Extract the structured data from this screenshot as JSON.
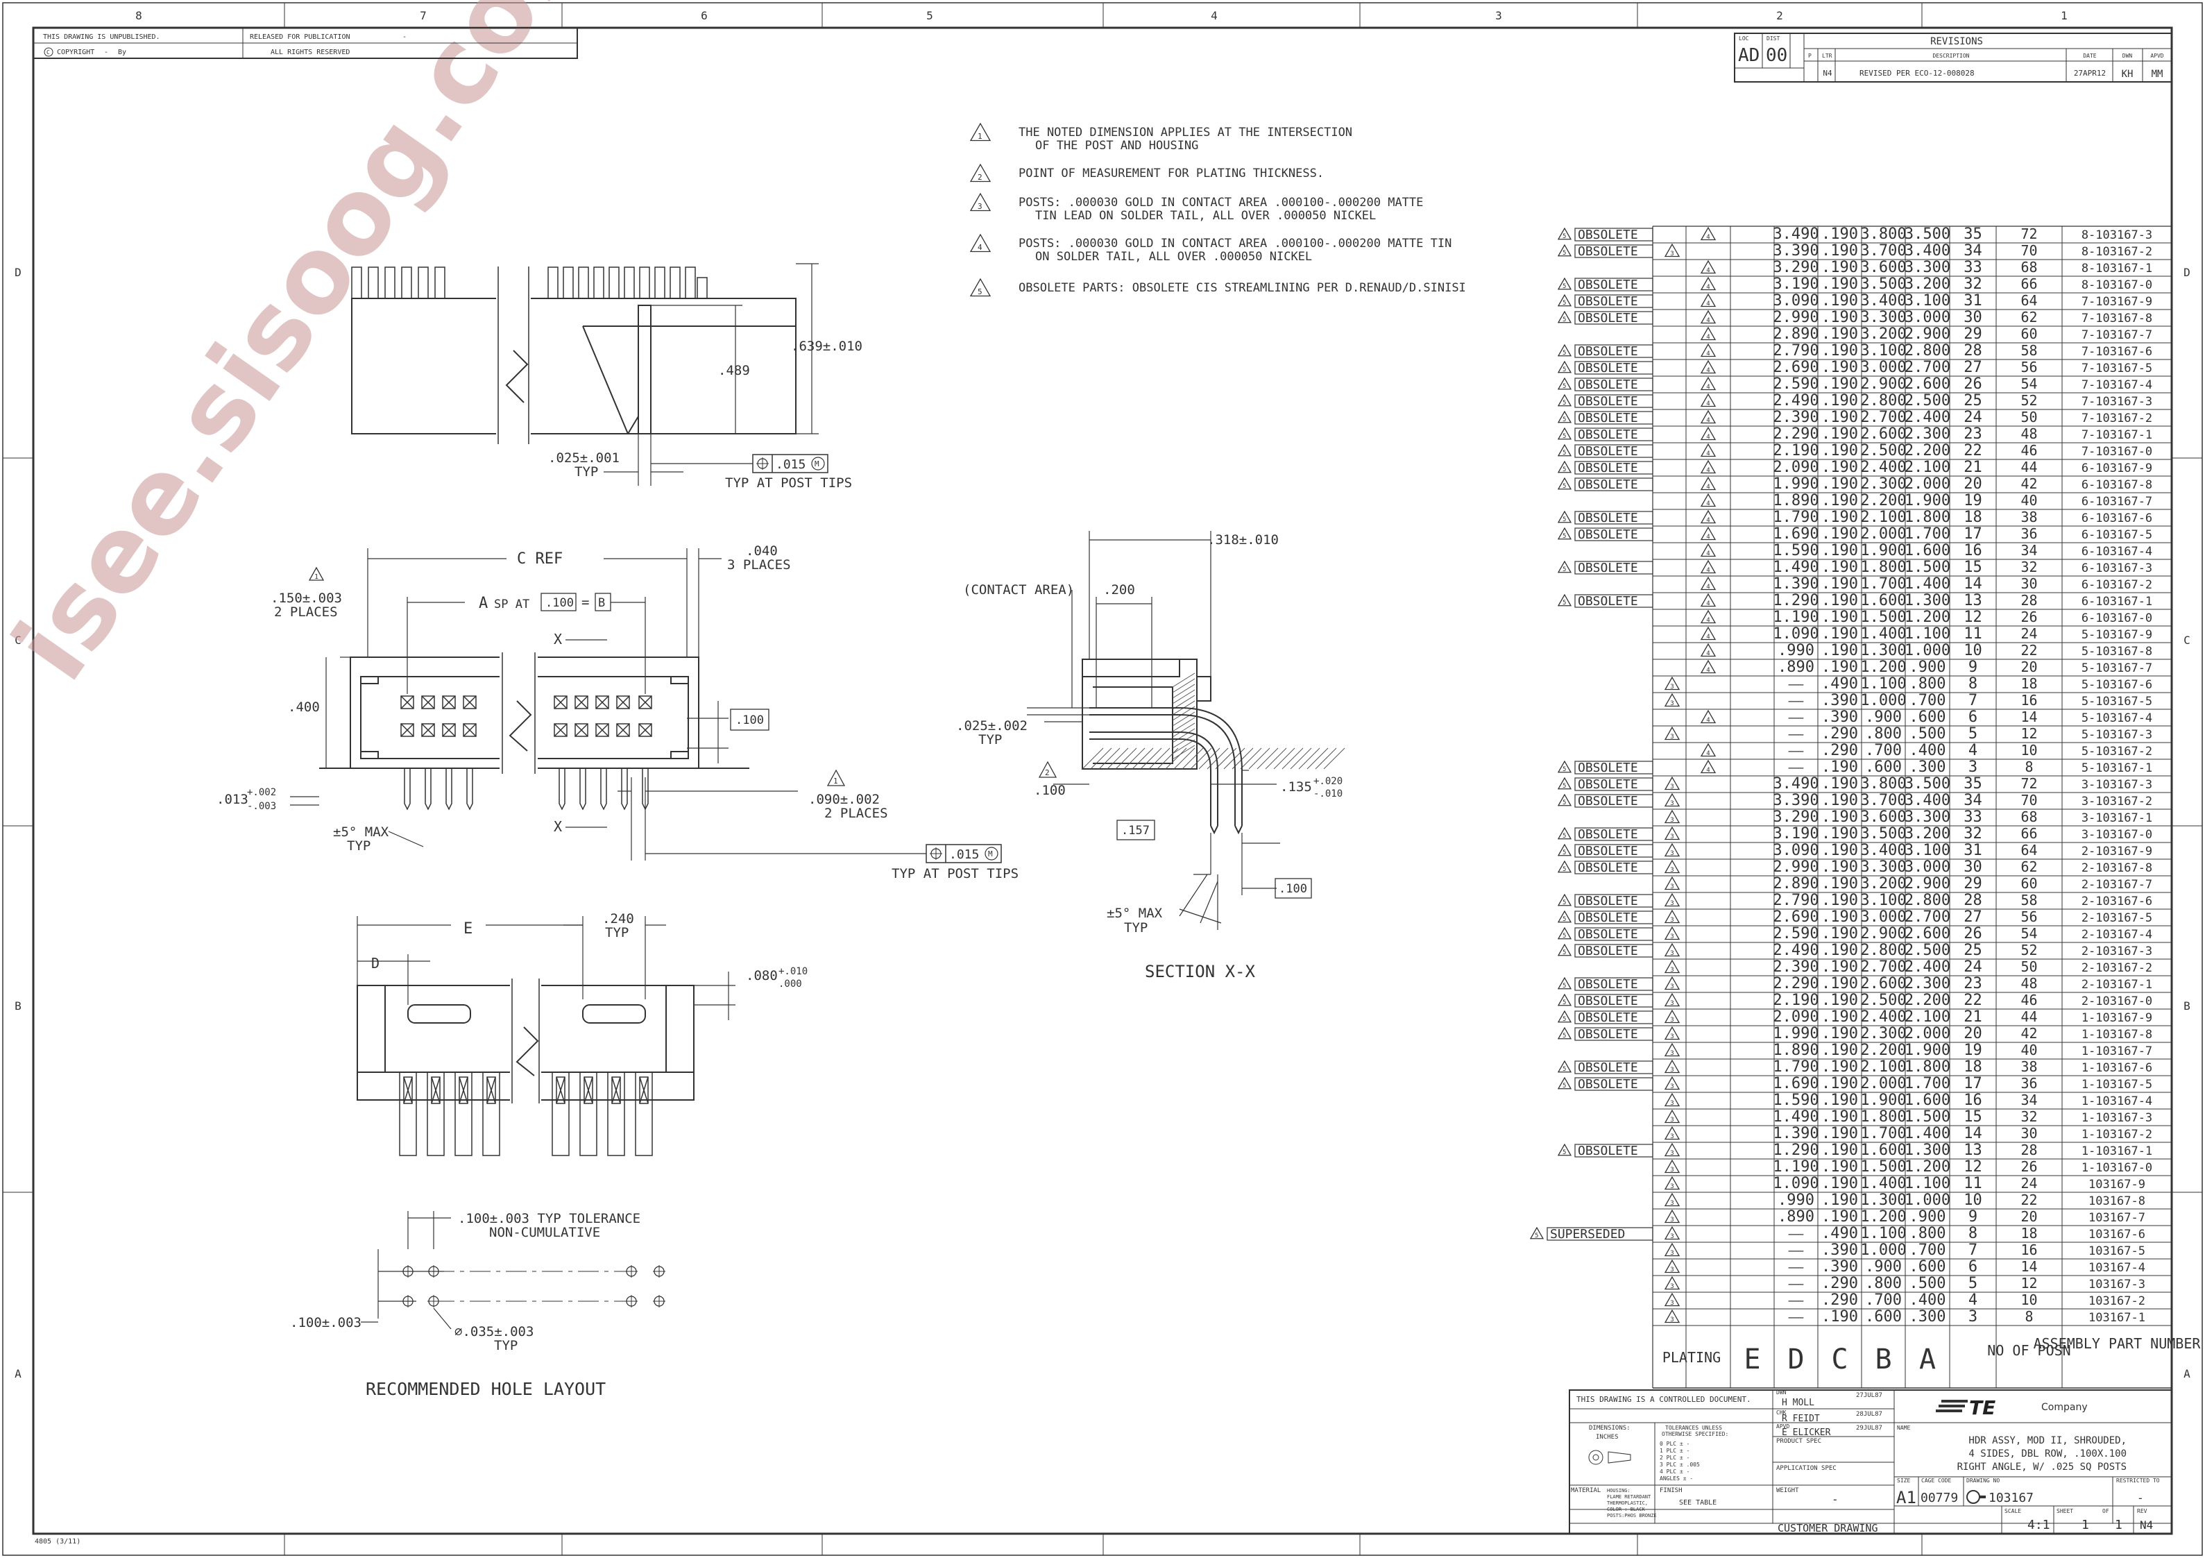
{
  "border": {
    "top_zones": [
      "8",
      "7",
      "6",
      "5",
      "4",
      "3",
      "2",
      "1"
    ],
    "side_zones": [
      "D",
      "C",
      "B",
      "A"
    ]
  },
  "header_box": {
    "unpublished": "THIS DRAWING IS UNPUBLISHED.",
    "released": "RELEASED FOR PUBLICATION",
    "copyright": "COPYRIGHT",
    "copyright_by": "By",
    "rights": "ALL RIGHTS RESERVED",
    "dash": "-"
  },
  "revisions": {
    "title": "REVISIONS",
    "loc_label": "LOC",
    "loc": "AD",
    "dist_label": "DIST",
    "dist": "00",
    "col_p": "P",
    "col_ltr": "LTR",
    "col_desc": "DESCRIPTION",
    "col_date": "DATE",
    "col_dwn": "DWN",
    "col_apvd": "APVD",
    "ltr": "N4",
    "desc": "REVISED PER ECO-12-008028",
    "date": "27APR12",
    "dwn": "KH",
    "apvd": "MM"
  },
  "watermark": "isee.sisoog.com",
  "notes": [
    {
      "num": "1",
      "lines": [
        "THE NOTED DIMENSION APPLIES AT THE INTERSECTION",
        "OF THE POST AND HOUSING"
      ]
    },
    {
      "num": "2",
      "lines": [
        "POINT OF MEASUREMENT FOR PLATING THICKNESS."
      ]
    },
    {
      "num": "3",
      "lines": [
        "POSTS: .000030 GOLD IN CONTACT AREA .000100-.000200 MATTE",
        "TIN LEAD ON SOLDER TAIL, ALL OVER .000050 NICKEL"
      ]
    },
    {
      "num": "4",
      "lines": [
        "POSTS: .000030 GOLD IN CONTACT AREA .000100-.000200 MATTE TIN",
        "ON SOLDER TAIL, ALL OVER .000050 NICKEL"
      ]
    },
    {
      "num": "5",
      "lines": [
        "OBSOLETE PARTS: OBSOLETE CIS STREAMLINING PER D.RENAUD/D.SINISI"
      ]
    }
  ],
  "dims": {
    "d639": ".639±.010",
    "d489": ".489",
    "d025": ".025±.001",
    "typ": "TYP",
    "d015": ".015",
    "typ_post": "TYP AT POST TIPS",
    "cref": "C REF",
    "d040": ".040",
    "places3": "3 PLACES",
    "d150": ".150±.003",
    "places2": "2 PLACES",
    "asp": "A",
    "sp_at": "SP AT",
    "d100": ".100",
    "eq": "=",
    "b": "B",
    "d400": ".400",
    "x": "X",
    "d100b": ".100",
    "d013": ".013",
    "d013tol": "+.002",
    "d013tol2": "-.003",
    "d090": ".090±.002",
    "places2b": "2 PLACES",
    "deg5": "±5° MAX",
    "typ2": "TYP",
    "d318": ".318±.010",
    "contact": "(CONTACT AREA)",
    "d200": ".200",
    "d025b": ".025±.002",
    "typ3": "TYP",
    "d100c": ".100",
    "d157": ".157",
    "d135": ".135",
    "d135tol1": "+.020",
    "d135tol2": "-.010",
    "d100d": ".100",
    "deg5b": "±5° MAX",
    "typ4": "TYP",
    "section": "SECTION X-X",
    "e": "E",
    "d240": ".240",
    "typ5": "TYP",
    "d": "D",
    "d080": ".080",
    "d080tol1": "+.010",
    "d080tol2": ".000",
    "d100tol": ".100±.003 TYP TOLERANCE",
    "noncum": "NON-CUMULATIVE",
    "d100e": ".100±.003",
    "d035": "⌀.035±.003",
    "typ6": "TYP",
    "hole_layout": "RECOMMENDED HOLE LAYOUT"
  },
  "table": {
    "obsolete": "OBSOLETE",
    "superseded": "SUPERSEDED",
    "dash": "——",
    "headers": [
      "PLATING",
      "E",
      "D",
      "C",
      "B",
      "A",
      "NO OF POSN",
      "ASSEMBLY PART NUMBER"
    ],
    "rows": [
      [
        "O",
        "4",
        "3.490",
        ".190",
        "3.800",
        "3.500",
        "35",
        "72",
        "8-103167-3"
      ],
      [
        "O",
        "3",
        "3.390",
        ".190",
        "3.700",
        "3.400",
        "34",
        "70",
        "8-103167-2"
      ],
      [
        "",
        "4",
        "3.290",
        ".190",
        "3.600",
        "3.300",
        "33",
        "68",
        "8-103167-1"
      ],
      [
        "O",
        "4",
        "3.190",
        ".190",
        "3.500",
        "3.200",
        "32",
        "66",
        "8-103167-0"
      ],
      [
        "O",
        "4",
        "3.090",
        ".190",
        "3.400",
        "3.100",
        "31",
        "64",
        "7-103167-9"
      ],
      [
        "O",
        "4",
        "2.990",
        ".190",
        "3.300",
        "3.000",
        "30",
        "62",
        "7-103167-8"
      ],
      [
        "",
        "4",
        "2.890",
        ".190",
        "3.200",
        "2.900",
        "29",
        "60",
        "7-103167-7"
      ],
      [
        "O",
        "4",
        "2.790",
        ".190",
        "3.100",
        "2.800",
        "28",
        "58",
        "7-103167-6"
      ],
      [
        "O",
        "4",
        "2.690",
        ".190",
        "3.000",
        "2.700",
        "27",
        "56",
        "7-103167-5"
      ],
      [
        "O",
        "4",
        "2.590",
        ".190",
        "2.900",
        "2.600",
        "26",
        "54",
        "7-103167-4"
      ],
      [
        "O",
        "4",
        "2.490",
        ".190",
        "2.800",
        "2.500",
        "25",
        "52",
        "7-103167-3"
      ],
      [
        "O",
        "4",
        "2.390",
        ".190",
        "2.700",
        "2.400",
        "24",
        "50",
        "7-103167-2"
      ],
      [
        "O",
        "4",
        "2.290",
        ".190",
        "2.600",
        "2.300",
        "23",
        "48",
        "7-103167-1"
      ],
      [
        "O",
        "4",
        "2.190",
        ".190",
        "2.500",
        "2.200",
        "22",
        "46",
        "7-103167-0"
      ],
      [
        "O",
        "4",
        "2.090",
        ".190",
        "2.400",
        "2.100",
        "21",
        "44",
        "6-103167-9"
      ],
      [
        "O",
        "4",
        "1.990",
        ".190",
        "2.300",
        "2.000",
        "20",
        "42",
        "6-103167-8"
      ],
      [
        "",
        "4",
        "1.890",
        ".190",
        "2.200",
        "1.900",
        "19",
        "40",
        "6-103167-7"
      ],
      [
        "O",
        "4",
        "1.790",
        ".190",
        "2.100",
        "1.800",
        "18",
        "38",
        "6-103167-6"
      ],
      [
        "O",
        "4",
        "1.690",
        ".190",
        "2.000",
        "1.700",
        "17",
        "36",
        "6-103167-5"
      ],
      [
        "",
        "4",
        "1.590",
        ".190",
        "1.900",
        "1.600",
        "16",
        "34",
        "6-103167-4"
      ],
      [
        "O",
        "4",
        "1.490",
        ".190",
        "1.800",
        "1.500",
        "15",
        "32",
        "6-103167-3"
      ],
      [
        "",
        "4",
        "1.390",
        ".190",
        "1.700",
        "1.400",
        "14",
        "30",
        "6-103167-2"
      ],
      [
        "O",
        "4",
        "1.290",
        ".190",
        "1.600",
        "1.300",
        "13",
        "28",
        "6-103167-1"
      ],
      [
        "",
        "4",
        "1.190",
        ".190",
        "1.500",
        "1.200",
        "12",
        "26",
        "6-103167-0"
      ],
      [
        "",
        "4",
        "1.090",
        ".190",
        "1.400",
        "1.100",
        "11",
        "24",
        "5-103167-9"
      ],
      [
        "",
        "4",
        ".990",
        ".190",
        "1.300",
        "1.000",
        "10",
        "22",
        "5-103167-8"
      ],
      [
        "",
        "4",
        ".890",
        ".190",
        "1.200",
        ".900",
        "9",
        "20",
        "5-103167-7"
      ],
      [
        "",
        "3",
        "-",
        ".490",
        "1.100",
        ".800",
        "8",
        "18",
        "5-103167-6"
      ],
      [
        "",
        "3",
        "-",
        ".390",
        "1.000",
        ".700",
        "7",
        "16",
        "5-103167-5"
      ],
      [
        "",
        "4",
        "-",
        ".390",
        ".900",
        ".600",
        "6",
        "14",
        "5-103167-4"
      ],
      [
        "",
        "3",
        "-",
        ".290",
        ".800",
        ".500",
        "5",
        "12",
        "5-103167-3"
      ],
      [
        "",
        "4",
        "-",
        ".290",
        ".700",
        ".400",
        "4",
        "10",
        "5-103167-2"
      ],
      [
        "O",
        "4",
        "-",
        ".190",
        ".600",
        ".300",
        "3",
        "8",
        "5-103167-1"
      ],
      [
        "O",
        "3",
        "3.490",
        ".190",
        "3.800",
        "3.500",
        "35",
        "72",
        "3-103167-3"
      ],
      [
        "O",
        "3",
        "3.390",
        ".190",
        "3.700",
        "3.400",
        "34",
        "70",
        "3-103167-2"
      ],
      [
        "",
        "3",
        "3.290",
        ".190",
        "3.600",
        "3.300",
        "33",
        "68",
        "3-103167-1"
      ],
      [
        "O",
        "3",
        "3.190",
        ".190",
        "3.500",
        "3.200",
        "32",
        "66",
        "3-103167-0"
      ],
      [
        "O",
        "3",
        "3.090",
        ".190",
        "3.400",
        "3.100",
        "31",
        "64",
        "2-103167-9"
      ],
      [
        "O",
        "3",
        "2.990",
        ".190",
        "3.300",
        "3.000",
        "30",
        "62",
        "2-103167-8"
      ],
      [
        "",
        "3",
        "2.890",
        ".190",
        "3.200",
        "2.900",
        "29",
        "60",
        "2-103167-7"
      ],
      [
        "O",
        "3",
        "2.790",
        ".190",
        "3.100",
        "2.800",
        "28",
        "58",
        "2-103167-6"
      ],
      [
        "O",
        "3",
        "2.690",
        ".190",
        "3.000",
        "2.700",
        "27",
        "56",
        "2-103167-5"
      ],
      [
        "O",
        "3",
        "2.590",
        ".190",
        "2.900",
        "2.600",
        "26",
        "54",
        "2-103167-4"
      ],
      [
        "O",
        "3",
        "2.490",
        ".190",
        "2.800",
        "2.500",
        "25",
        "52",
        "2-103167-3"
      ],
      [
        "",
        "3",
        "2.390",
        ".190",
        "2.700",
        "2.400",
        "24",
        "50",
        "2-103167-2"
      ],
      [
        "O",
        "3",
        "2.290",
        ".190",
        "2.600",
        "2.300",
        "23",
        "48",
        "2-103167-1"
      ],
      [
        "O",
        "3",
        "2.190",
        ".190",
        "2.500",
        "2.200",
        "22",
        "46",
        "2-103167-0"
      ],
      [
        "O",
        "3",
        "2.090",
        ".190",
        "2.400",
        "2.100",
        "21",
        "44",
        "1-103167-9"
      ],
      [
        "O",
        "3",
        "1.990",
        ".190",
        "2.300",
        "2.000",
        "20",
        "42",
        "1-103167-8"
      ],
      [
        "",
        "3",
        "1.890",
        ".190",
        "2.200",
        "1.900",
        "19",
        "40",
        "1-103167-7"
      ],
      [
        "O",
        "3",
        "1.790",
        ".190",
        "2.100",
        "1.800",
        "18",
        "38",
        "1-103167-6"
      ],
      [
        "O",
        "3",
        "1.690",
        ".190",
        "2.000",
        "1.700",
        "17",
        "36",
        "1-103167-5"
      ],
      [
        "",
        "3",
        "1.590",
        ".190",
        "1.900",
        "1.600",
        "16",
        "34",
        "1-103167-4"
      ],
      [
        "",
        "3",
        "1.490",
        ".190",
        "1.800",
        "1.500",
        "15",
        "32",
        "1-103167-3"
      ],
      [
        "",
        "3",
        "1.390",
        ".190",
        "1.700",
        "1.400",
        "14",
        "30",
        "1-103167-2"
      ],
      [
        "O",
        "3",
        "1.290",
        ".190",
        "1.600",
        "1.300",
        "13",
        "28",
        "1-103167-1"
      ],
      [
        "",
        "3",
        "1.190",
        ".190",
        "1.500",
        "1.200",
        "12",
        "26",
        "1-103167-0"
      ],
      [
        "",
        "3",
        "1.090",
        ".190",
        "1.400",
        "1.100",
        "11",
        "24",
        "103167-9"
      ],
      [
        "",
        "3",
        ".990",
        ".190",
        "1.300",
        "1.000",
        "10",
        "22",
        "103167-8"
      ],
      [
        "",
        "3",
        ".890",
        ".190",
        "1.200",
        ".900",
        "9",
        "20",
        "103167-7"
      ],
      [
        "S",
        "3",
        "-",
        ".490",
        "1.100",
        ".800",
        "8",
        "18",
        "103167-6"
      ],
      [
        "",
        "3",
        "-",
        ".390",
        "1.000",
        ".700",
        "7",
        "16",
        "103167-5"
      ],
      [
        "",
        "3",
        "-",
        ".390",
        ".900",
        ".600",
        "6",
        "14",
        "103167-4"
      ],
      [
        "",
        "3",
        "-",
        ".290",
        ".800",
        ".500",
        "5",
        "12",
        "103167-3"
      ],
      [
        "",
        "3",
        "-",
        ".290",
        ".700",
        ".400",
        "4",
        "10",
        "103167-2"
      ],
      [
        "",
        "3",
        "-",
        ".190",
        ".600",
        ".300",
        "3",
        "8",
        "103167-1"
      ]
    ]
  },
  "title_block": {
    "controlled": "THIS DRAWING IS A CONTROLLED DOCUMENT.",
    "dwn_label": "DWN",
    "dwn_name": "H MOLL",
    "dwn_date": "27JUL87",
    "chk_label": "CHK",
    "chk_name": "R FEIDT",
    "chk_date": "28JUL87",
    "appr_label": "APVD",
    "appr_name": "E ELICKER",
    "appr_date": "29JUL87",
    "dimensions": "DIMENSIONS:",
    "inches": "INCHES",
    "tolerances": "TOLERANCES UNLESS",
    "otherwise": "OTHERWISE SPECIFIED:",
    "tol_lines": [
      "0 PLC  ±  -",
      "1 PLC  ±  -",
      "2 PLC  ±  -",
      "3 PLC  ±  .005",
      "4 PLC  ±  -",
      "ANGLES  ±  -"
    ],
    "product_spec": "PRODUCT SPEC",
    "application_spec": "APPLICATION SPEC",
    "weight": "WEIGHT",
    "weight_val": "-",
    "material": "MATERIAL",
    "material_lines": [
      "HOUSING:",
      "FLAME RETARDANT",
      "THERMOPLASTIC,",
      "COLOR : BLACK",
      "POSTS:PHOS BRONZE"
    ],
    "finish": "FINISH",
    "finish_val": "SEE TABLE",
    "customer_drawing": "CUSTOMER DRAWING",
    "logo": "TE",
    "company": "Company",
    "name_label": "NAME",
    "name_lines": [
      "HDR ASSY, MOD II, SHROUDED,",
      "4 SIDES, DBL ROW, .100X.100",
      "RIGHT ANGLE, W/ .025 SQ POSTS"
    ],
    "size_label": "SIZE",
    "size": "A1",
    "cage_label": "CAGE CODE",
    "cage": "00779",
    "dwg_label": "DRAWING NO",
    "dwg": "103167",
    "restricted": "RESTRICTED TO",
    "restricted_val": "-",
    "scale_label": "SCALE",
    "scale": "4:1",
    "sheet_label": "SHEET",
    "sheet": "1",
    "of_label": "OF",
    "of": "1",
    "rev_label": "REV",
    "rev": "N4",
    "form_no": "4805 (3/11)"
  }
}
